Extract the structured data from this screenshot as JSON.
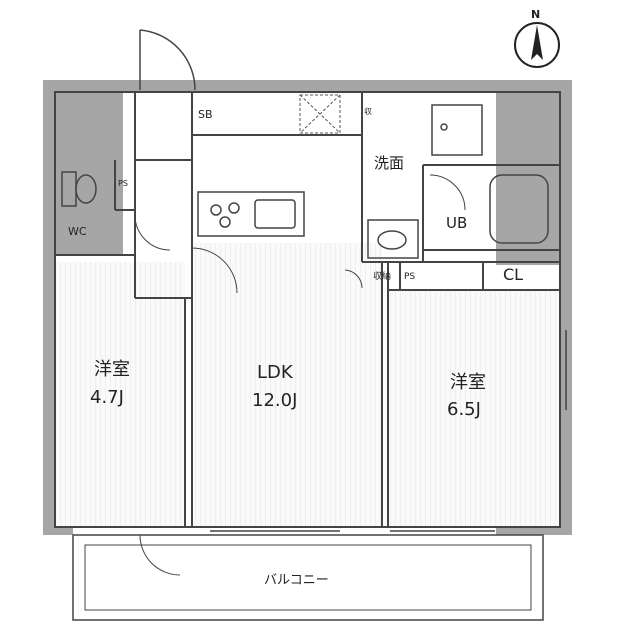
{
  "compass": {
    "label": "N",
    "icon": "north-arrow-icon"
  },
  "rooms": {
    "sb": "SB",
    "ps_left": "PS",
    "wc": "WC",
    "shelf": "収",
    "washroom": "洗面",
    "ub": "UB",
    "storage": "収納",
    "ps_right": "PS",
    "cl": "CL",
    "western_left": {
      "name": "洋室",
      "size": "4.7J"
    },
    "ldk": {
      "name": "LDK",
      "size": "12.0J"
    },
    "western_right": {
      "name": "洋室",
      "size": "6.5J"
    },
    "balcony": "バルコニー"
  },
  "colors": {
    "wall": "#a6a6a6",
    "line": "#444444",
    "floor": "#f3f3f3"
  }
}
